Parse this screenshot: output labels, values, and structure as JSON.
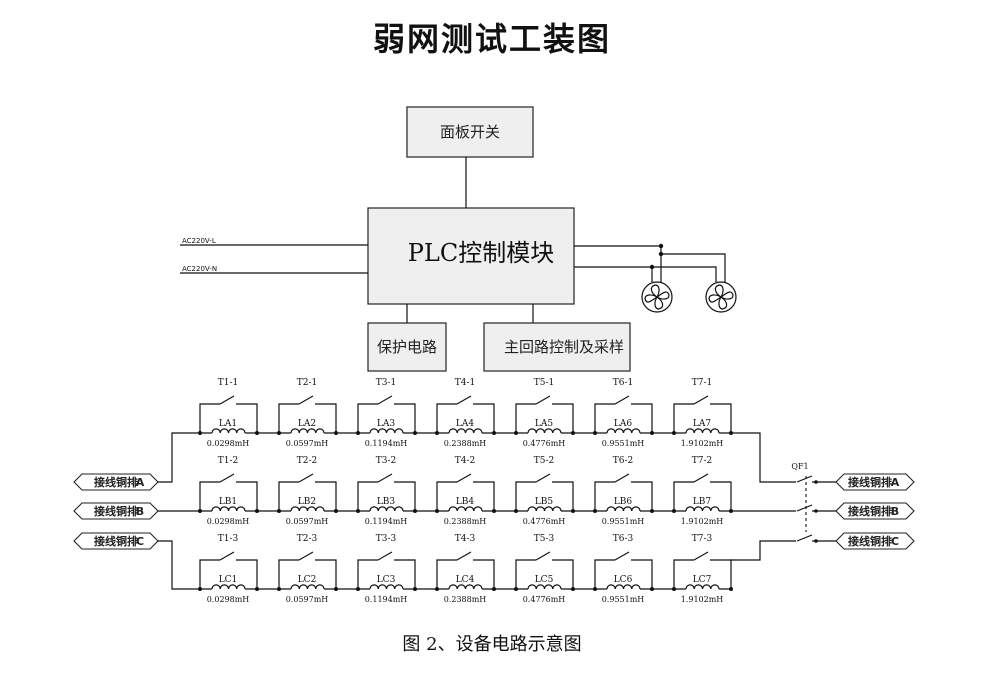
{
  "title": "弱网测试工装图",
  "caption": "图 2、设备电路示意图",
  "blocks": {
    "panel_switch": "面板开关",
    "plc_module": "PLC控制模块",
    "protection": "保护电路",
    "main_loop": "主回路控制及采样"
  },
  "ac_inputs": [
    "AC220V-L",
    "AC220V-N"
  ],
  "terminal_label": "接线铜排",
  "phases": [
    {
      "phase": "A",
      "switch_suffix": "1",
      "inductor_prefix": "LA"
    },
    {
      "phase": "B",
      "switch_suffix": "2",
      "inductor_prefix": "LB"
    },
    {
      "phase": "C",
      "switch_suffix": "3",
      "inductor_prefix": "LC"
    }
  ],
  "inductances": [
    "0.0298mH",
    "0.0597mH",
    "0.1194mH",
    "0.2388mH",
    "0.4776mH",
    "0.9551mH",
    "1.9102mH"
  ],
  "switch_names": [
    "T1",
    "T2",
    "T3",
    "T4",
    "T5",
    "T6",
    "T7"
  ],
  "breaker": "QF1",
  "fan_icons": [
    "fan-icon",
    "fan-icon"
  ]
}
